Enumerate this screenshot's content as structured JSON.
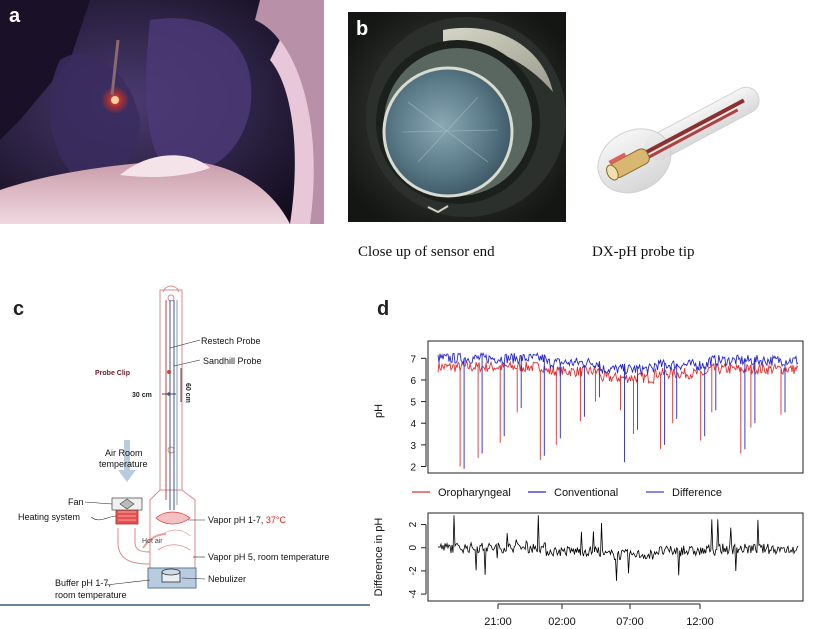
{
  "panels": {
    "a": {
      "letter": "a"
    },
    "b": {
      "letter": "b",
      "caption_left": "Close up of sensor end",
      "caption_right": "DX-pH probe tip"
    },
    "c": {
      "letter": "c",
      "labels": {
        "restech": "Restech Probe",
        "sandhill": "Sandhill Probe",
        "probe_clip": "Probe Clip",
        "cm30": "30 cm",
        "cm60": "60 cm",
        "air_room_1": "Air Room",
        "air_room_2": "temperature",
        "fan": "Fan",
        "heating": "Heating system",
        "vapor1": "Vapor pH 1-7, ",
        "vapor1_temp": "37°C",
        "hot_air": "Hot air",
        "vapor5": "Vapor pH 5, room temperature",
        "buffer_1": "Buffer pH 1-7,",
        "buffer_2": "room temperature",
        "nebulizer": "Nebulizer"
      },
      "colors": {
        "probe_red": "#c8463c",
        "probe_blue": "#3c5a9a",
        "heating": "#e85050"
      }
    },
    "d": {
      "letter": "d"
    }
  },
  "chart_data": [
    {
      "type": "line",
      "ylabel": "pH",
      "ylim": [
        1.7,
        7.8
      ],
      "yticks": [
        "2",
        "3",
        "4",
        "5",
        "6",
        "7"
      ],
      "xticks": [
        "21:00",
        "02:00",
        "07:00",
        "12:00"
      ],
      "legend_position": "below",
      "series": [
        {
          "name": "Oropharyngeal",
          "color": "#e03030",
          "baseline": 6.5
        },
        {
          "name": "Conventional",
          "color": "#2828c8",
          "baseline": 6.9
        },
        {
          "name": "Difference",
          "color": "#4040d0"
        }
      ],
      "dips_oropharyngeal": [
        2.0,
        2.4,
        3.1,
        4.5,
        2.3,
        3.0,
        4.1,
        5.0,
        4.6,
        3.5,
        2.8,
        4.0,
        3.2,
        4.5,
        2.6,
        3.8,
        4.4
      ],
      "dips_conventional": [
        1.9,
        2.6,
        3.4,
        4.7,
        2.5,
        3.3,
        4.3,
        5.2,
        2.2,
        3.7,
        3.0,
        4.2,
        3.4,
        4.6,
        2.8,
        4.0,
        4.5
      ]
    },
    {
      "type": "line",
      "ylabel": "Difference in pH",
      "ylim": [
        -4.6,
        3.0
      ],
      "yticks": [
        "-4",
        "-2",
        "0",
        "2"
      ],
      "xticks": [
        "21:00",
        "02:00",
        "07:00",
        "12:00"
      ],
      "series": [
        {
          "name": "",
          "color": "#000000",
          "baseline": 0
        }
      ]
    }
  ]
}
